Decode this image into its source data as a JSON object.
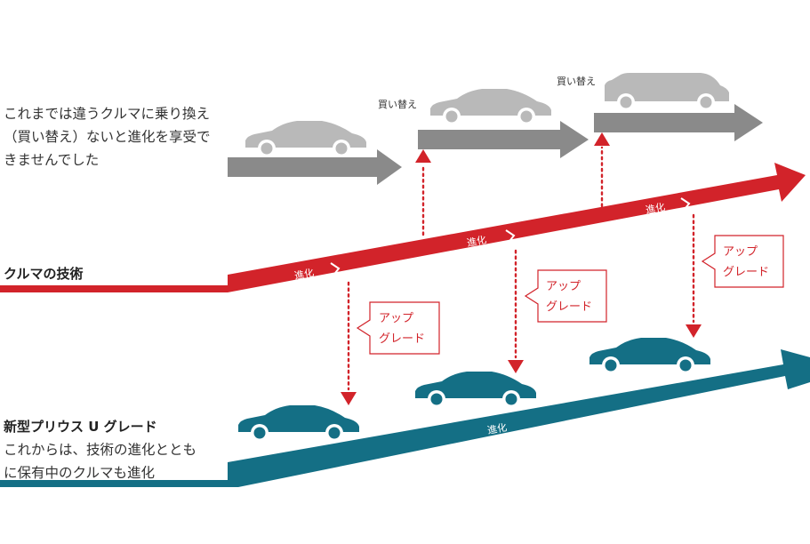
{
  "colors": {
    "gray": "#8a8a8a",
    "gray_car": "#b9b9b9",
    "red": "#d2232a",
    "teal": "#146f85",
    "white": "#ffffff"
  },
  "gray_section": {
    "description_lines": [
      "これまでは違うクルマに乗り換え",
      "（買い替え）ないと進化を享受で",
      "きませんでした"
    ],
    "replace_label_1": "買い替え",
    "replace_label_2": "買い替え"
  },
  "tech_section": {
    "label": "クルマの技術",
    "evolution_1": "進化",
    "evolution_2": "進化",
    "evolution_3": "進化"
  },
  "upgrade_callouts": [
    {
      "line1": "アップ",
      "line2": "グレード"
    },
    {
      "line1": "アップ",
      "line2": "グレード"
    },
    {
      "line1": "アップ",
      "line2": "グレード"
    }
  ],
  "prius_section": {
    "title": "新型プリウス U グレード",
    "description_lines": [
      "これからは、技術の進化ととも",
      "に保有中のクルマも進化"
    ],
    "evolution": "進化"
  }
}
